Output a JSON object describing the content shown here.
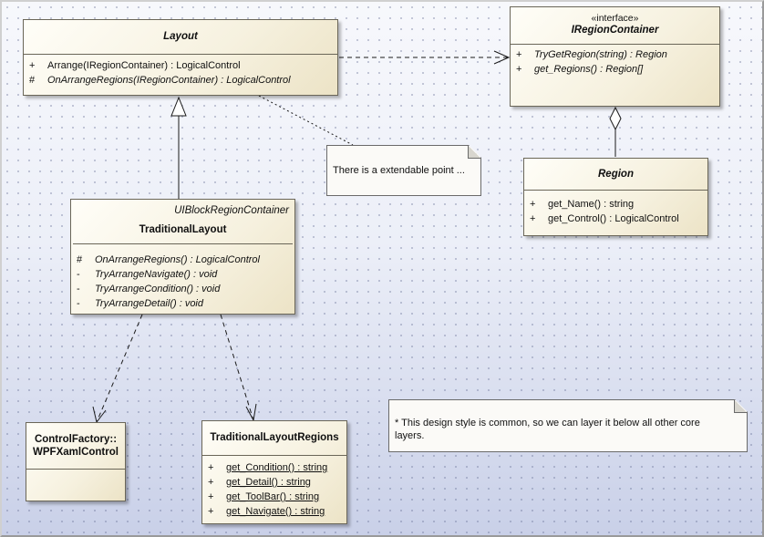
{
  "classes": {
    "layout": {
      "name": "Layout",
      "ops": [
        {
          "vis": "+",
          "sig": "Arrange(IRegionContainer) : LogicalControl"
        },
        {
          "vis": "#",
          "sig": "OnArrangeRegions(IRegionContainer) : LogicalControl"
        }
      ]
    },
    "iregion": {
      "stereotype": "«interface»",
      "name": "IRegionContainer",
      "ops": [
        {
          "vis": "+",
          "sig": "TryGetRegion(string) : Region"
        },
        {
          "vis": "+",
          "sig": "get_Regions() : Region[]"
        }
      ]
    },
    "region": {
      "name": "Region",
      "ops": [
        {
          "vis": "+",
          "sig": "get_Name() : string"
        },
        {
          "vis": "+",
          "sig": "get_Control() : LogicalControl"
        }
      ]
    },
    "traditional": {
      "stereotype": "UIBlockRegionContainer",
      "name": "TraditionalLayout",
      "ops": [
        {
          "vis": "#",
          "sig": "OnArrangeRegions() : LogicalControl"
        },
        {
          "vis": "-",
          "sig": "TryArrangeNavigate() : void"
        },
        {
          "vis": "-",
          "sig": "TryArrangeCondition() : void"
        },
        {
          "vis": "-",
          "sig": "TryArrangeDetail() : void"
        }
      ]
    },
    "control_factory": {
      "name_line1": "ControlFactory::",
      "name_line2": "WPFXamlControl"
    },
    "regions": {
      "name": "TraditionalLayoutRegions",
      "ops": [
        {
          "vis": "+",
          "sig": "get_Condition() : string"
        },
        {
          "vis": "+",
          "sig": "get_Detail() : string"
        },
        {
          "vis": "+",
          "sig": "get_ToolBar() : string"
        },
        {
          "vis": "+",
          "sig": "get_Navigate() : string"
        }
      ]
    }
  },
  "notes": {
    "extension": "There is a extendable point ...",
    "design": "* This design style is common, so we can layer it below all other core layers."
  },
  "colors": {
    "line": "#1a1a1a",
    "class_border": "#6a6658",
    "note_border": "#6a6a6a"
  }
}
